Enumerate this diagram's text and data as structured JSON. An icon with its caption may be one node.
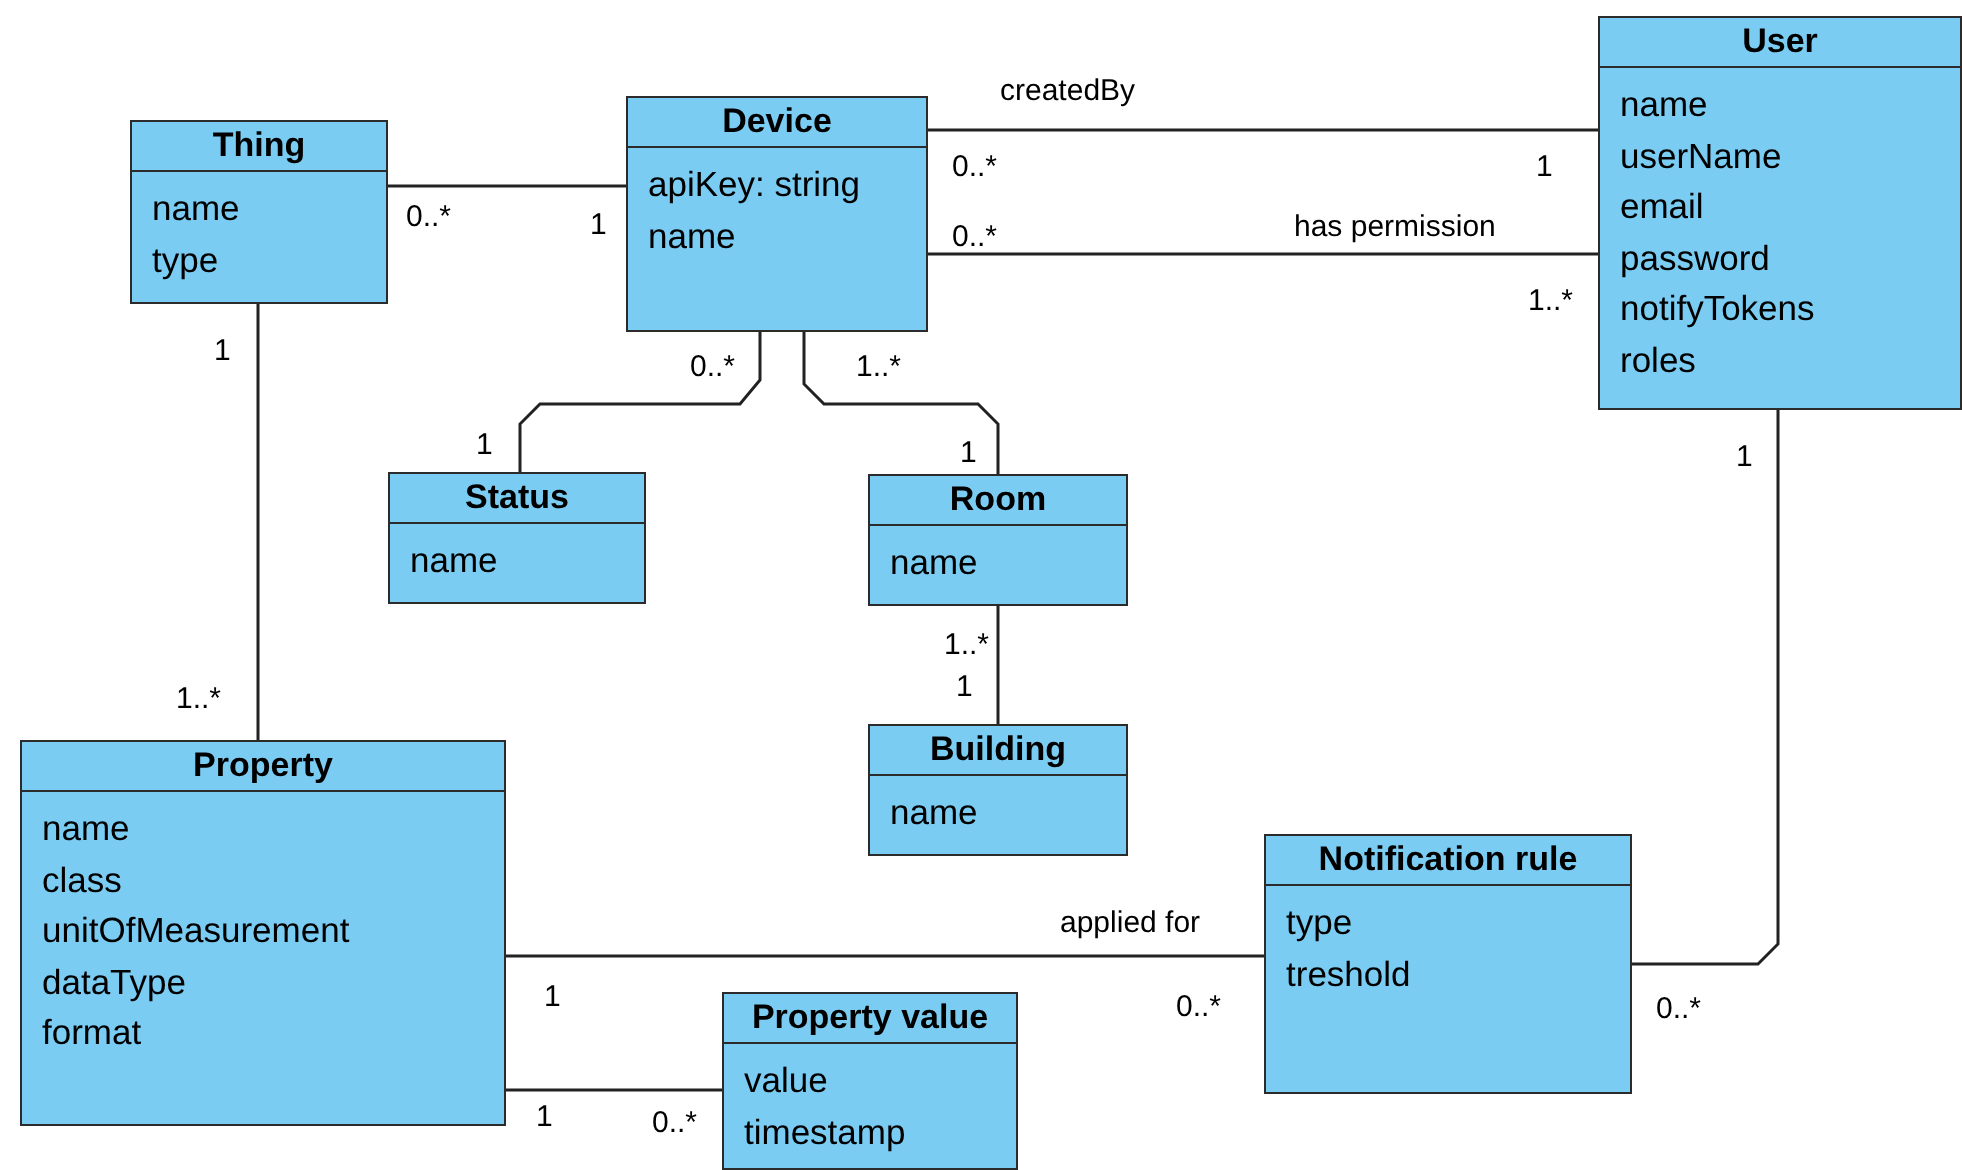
{
  "diagram": {
    "nodes": [
      {
        "text": [
          "Thing",
          "name",
          "type"
        ]
      },
      {
        "text": [
          "Device",
          "apiKey: string",
          "name"
        ]
      },
      {
        "text": [
          "User",
          "name",
          "userName",
          "email",
          "password",
          "notifyTokens",
          "roles"
        ]
      },
      {
        "text": [
          "Status",
          "name"
        ]
      },
      {
        "text": [
          "Room",
          "name"
        ]
      },
      {
        "text": [
          "Building",
          "name"
        ]
      },
      {
        "text": [
          "Property",
          "name",
          "class",
          "unitOfMeasurement",
          "dataType",
          "format"
        ]
      },
      {
        "text": [
          "Notification rule",
          "type",
          "treshold"
        ]
      },
      {
        "text": [
          "Property value",
          "value",
          "timestamp"
        ]
      }
    ],
    "edges": [
      {
        "from": 0,
        "to": 1,
        "arrow": "none"
      },
      {
        "from": 1,
        "to": 2,
        "arrow": "none",
        "label": "createdBy"
      },
      {
        "from": 1,
        "to": 2,
        "arrow": "none",
        "label": "has permission"
      },
      {
        "from": 1,
        "to": 3,
        "arrow": "none"
      },
      {
        "from": 1,
        "to": 4,
        "arrow": "none"
      },
      {
        "from": 4,
        "to": 5,
        "arrow": "none"
      },
      {
        "from": 0,
        "to": 6,
        "arrow": "none"
      },
      {
        "from": 6,
        "to": 7,
        "arrow": "none",
        "label": "applied for"
      },
      {
        "from": 2,
        "to": 7,
        "arrow": "none"
      },
      {
        "from": 6,
        "to": 8,
        "arrow": "none"
      }
    ],
    "labels": [
      "0..*",
      "1",
      "0..*",
      "1",
      "0..*",
      "1..*",
      "1",
      "0..*",
      "1..*",
      "1",
      "1",
      "1",
      "1..*",
      "1",
      "1..*",
      "1",
      "0..*",
      "0..*",
      "1",
      "0..*"
    ]
  }
}
